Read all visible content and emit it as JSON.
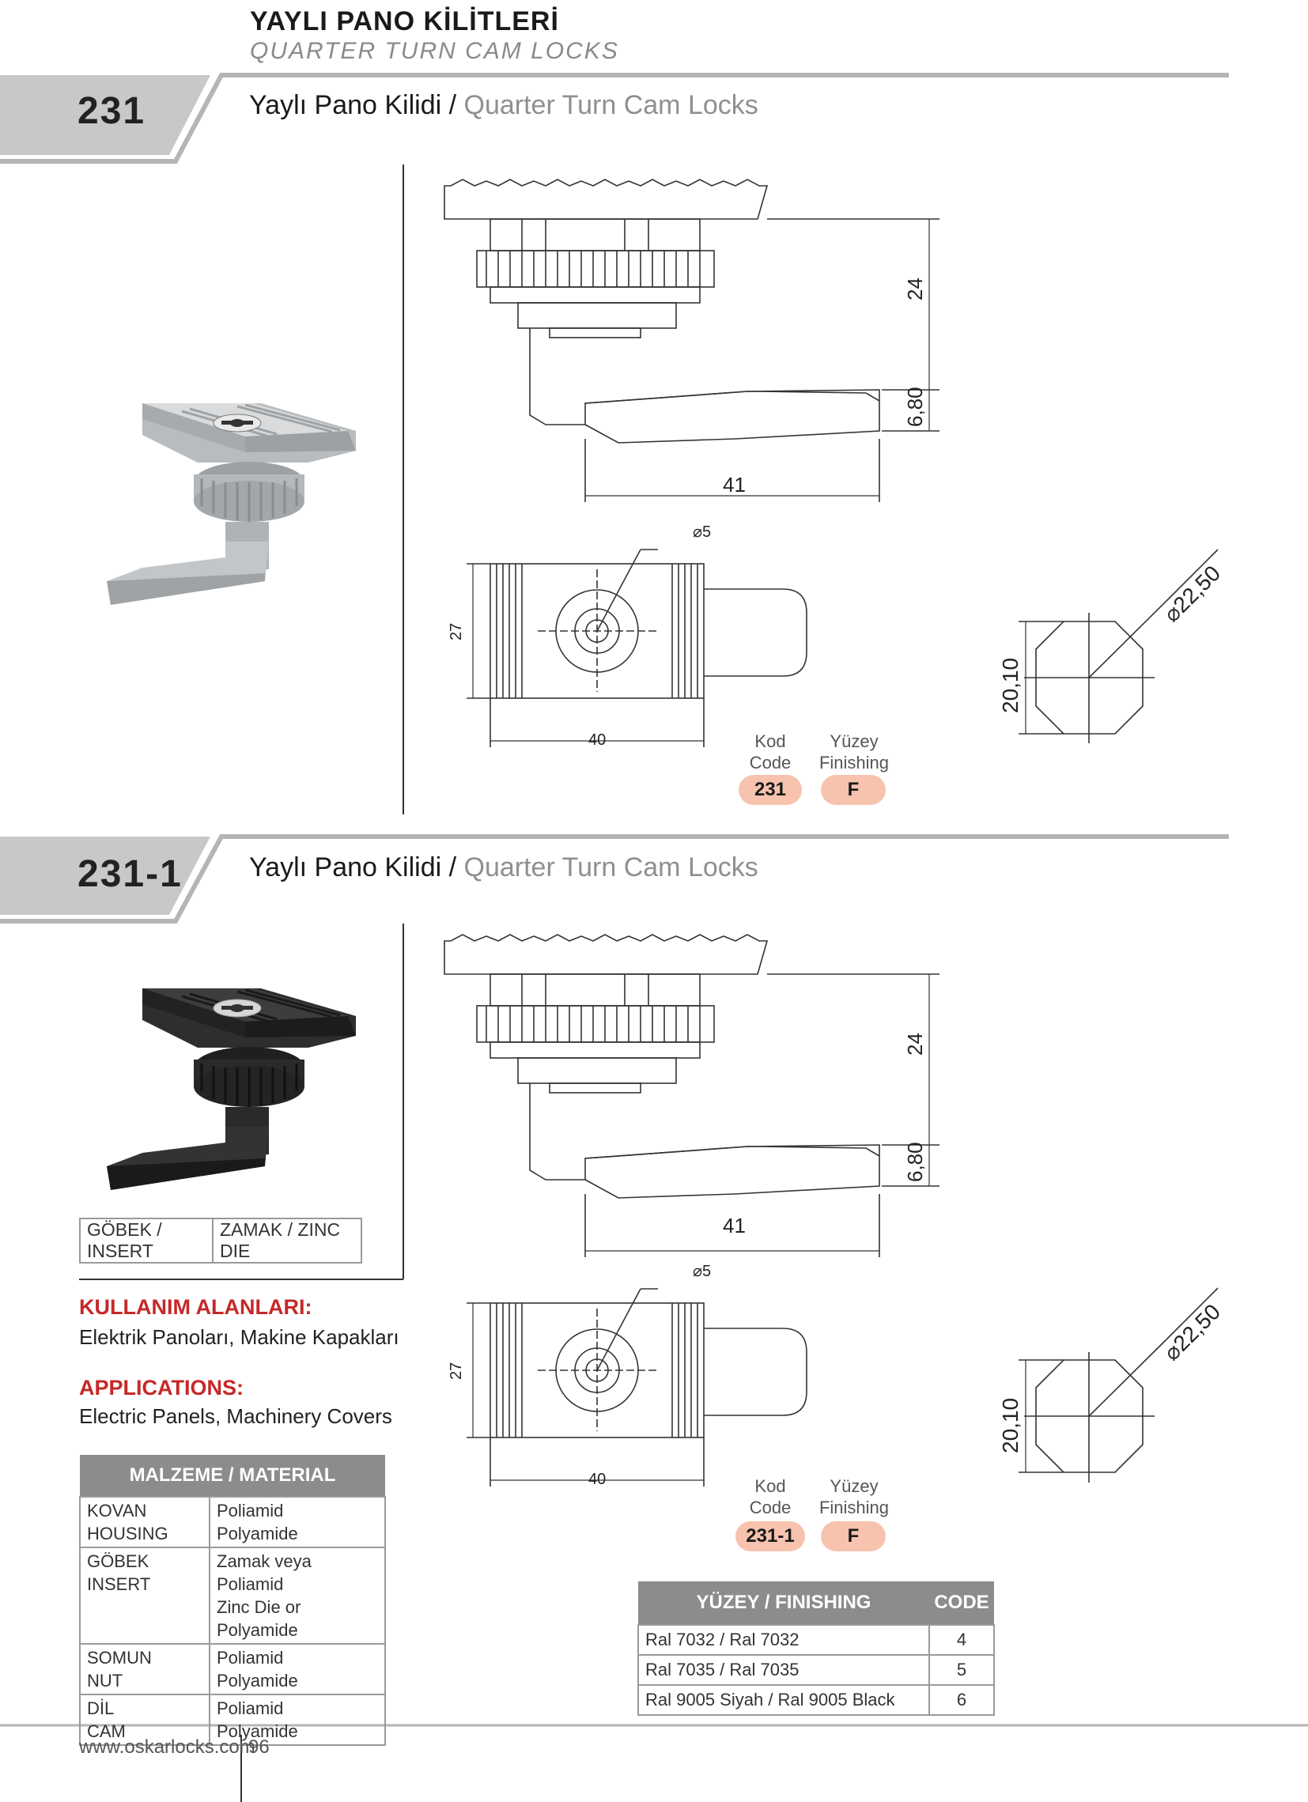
{
  "header": {
    "title": "YAYLI PANO KİLİTLERİ",
    "subtitle": "QUARTER TURN CAM LOCKS"
  },
  "sections": [
    {
      "code": "231",
      "title_tr": "Yaylı Pano Kilidi /",
      "title_en": "Quarter Turn Cam Locks",
      "kod_label_tr": "Kod",
      "kod_label_en": "Code",
      "yuzey_label_tr": "Yüzey",
      "yuzey_label_en": "Finishing",
      "kod_value": "231",
      "yuzey_value": "F",
      "product_color": "#c9cbcc"
    },
    {
      "code": "231-1",
      "title_tr": "Yaylı Pano Kilidi /",
      "title_en": "Quarter Turn Cam Locks",
      "kod_label_tr": "Kod",
      "kod_label_en": "Code",
      "yuzey_label_tr": "Yüzey",
      "yuzey_label_en": "Finishing",
      "kod_value": "231-1",
      "yuzey_value": "F",
      "product_color": "#2b2b2b"
    }
  ],
  "dimensions": {
    "height": "24",
    "cam_thickness": "6,80",
    "cam_length": "41",
    "hole_diameter": "5",
    "body_height": "27",
    "body_width": "40",
    "cutout_width": "20,10",
    "cutout_diameter": "22,50"
  },
  "gobek": {
    "label": "GÖBEK / INSERT",
    "value": "ZAMAK / ZINC DIE"
  },
  "applications": {
    "title_tr": "KULLANIM ALANLARI:",
    "text_tr": "Elektrik Panoları, Makine Kapakları",
    "title_en": "APPLICATIONS:",
    "text_en": "Electric Panels, Machinery Covers"
  },
  "material": {
    "header": "MALZEME / MATERIAL",
    "rows": [
      {
        "k1": "KOVAN",
        "k2": "HOUSING",
        "v1": "Poliamid",
        "v2": "Polyamide"
      },
      {
        "k1": "GÖBEK",
        "k2": "INSERT",
        "v1": "Zamak veya Poliamid",
        "v2": "Zinc Die or Polyamide"
      },
      {
        "k1": "SOMUN",
        "k2": "NUT",
        "v1": "Poliamid",
        "v2": "Polyamide"
      },
      {
        "k1": "DİL",
        "k2": "CAM",
        "v1": "Poliamid",
        "v2": "Polyamide"
      }
    ]
  },
  "finishing": {
    "header_name": "YÜZEY / FINISHING",
    "header_code": "CODE",
    "rows": [
      {
        "name": "Ral 7032 / Ral 7032",
        "code": "4"
      },
      {
        "name": "Ral 7035 / Ral 7035",
        "code": "5"
      },
      {
        "name": "Ral 9005 Siyah / Ral 9005 Black",
        "code": "6"
      }
    ]
  },
  "footer": {
    "website": "www.oskarlocks.com",
    "page": "96"
  },
  "colors": {
    "band": "#c8c8c8",
    "accent_red": "#c62828",
    "pill": "#f7c3ae",
    "table_header": "#8c8c8c"
  }
}
